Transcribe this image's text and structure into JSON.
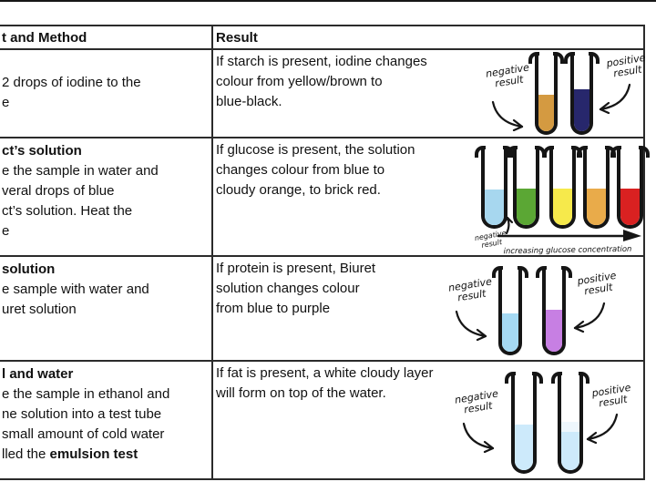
{
  "table": {
    "header": {
      "method": "t and Method",
      "result": "Result"
    },
    "rows": [
      {
        "id": "starch",
        "method_lines": [
          "",
          "2 drops of iodine to the",
          "e"
        ],
        "result_lines": [
          "If starch is present, iodine changes",
          "colour from yellow/brown to",
          "blue-black."
        ],
        "illustration": {
          "negative_label": [
            "negative",
            "result"
          ],
          "positive_label": [
            "positive",
            "result"
          ],
          "tubes": [
            {
              "name": "negative-tube",
              "color": "#d49a41",
              "fill": 0.46
            },
            {
              "name": "positive-tube",
              "color": "#27276c",
              "fill": 0.53
            }
          ]
        }
      },
      {
        "id": "glucose",
        "method_lines": [
          {
            "text": "ct’s solution",
            "bold": true
          },
          "e the sample in water and",
          "veral drops of blue",
          "ct’s solution. Heat the",
          "e"
        ],
        "result_lines": [
          "If glucose is present, the solution",
          "changes colour from blue to",
          "cloudy orange, to brick red."
        ],
        "illustration": {
          "negative_label": [
            "negative",
            "result"
          ],
          "axis_caption": "increasing glucose concentration",
          "tubes": [
            {
              "name": "negative-tube",
              "color": "#a7d7ef",
              "fill": 0.45
            },
            {
              "name": "green-tube",
              "color": "#5ba734",
              "fill": 0.47
            },
            {
              "name": "yellow-tube",
              "color": "#f6e94b",
              "fill": 0.47
            },
            {
              "name": "orange-tube",
              "color": "#e9ab4a",
              "fill": 0.46
            },
            {
              "name": "red-tube",
              "color": "#d92121",
              "fill": 0.47
            }
          ]
        }
      },
      {
        "id": "protein",
        "method_lines": [
          {
            "text": "solution",
            "bold": true
          },
          "e sample with water and",
          "uret solution"
        ],
        "result_lines": [
          "If protein is present, Biuret",
          "solution changes colour",
          "from blue to purple"
        ],
        "illustration": {
          "negative_label": [
            "negative",
            "result"
          ],
          "positive_label": [
            "positive",
            "result"
          ],
          "tubes": [
            {
              "name": "negative-tube",
              "color": "#a5d9f3",
              "fill": 0.45
            },
            {
              "name": "positive-tube",
              "color": "#c77fe3",
              "fill": 0.5
            }
          ]
        }
      },
      {
        "id": "fat",
        "method_lines": [
          {
            "text": "l and water",
            "bold": true
          },
          "e the sample in ethanol and",
          "ne solution into a test tube",
          "small amount of cold water",
          {
            "parts": [
              {
                "text": "lled the "
              },
              {
                "text": "emulsion test",
                "bold": true
              }
            ]
          }
        ],
        "result_lines": [
          "If fat is present, a white cloudy layer",
          "will form on top of the water."
        ],
        "illustration": {
          "negative_label": [
            "negative",
            "result"
          ],
          "positive_label": [
            "positive",
            "result"
          ],
          "tubes": [
            {
              "name": "negative-tube",
              "color": "#cdeafb",
              "fill": 0.47
            },
            {
              "name": "positive-tube",
              "color": "#cdeafb",
              "fill": 0.5,
              "layer_color": "#eef7fd",
              "layer_height": 11
            }
          ]
        }
      }
    ]
  }
}
